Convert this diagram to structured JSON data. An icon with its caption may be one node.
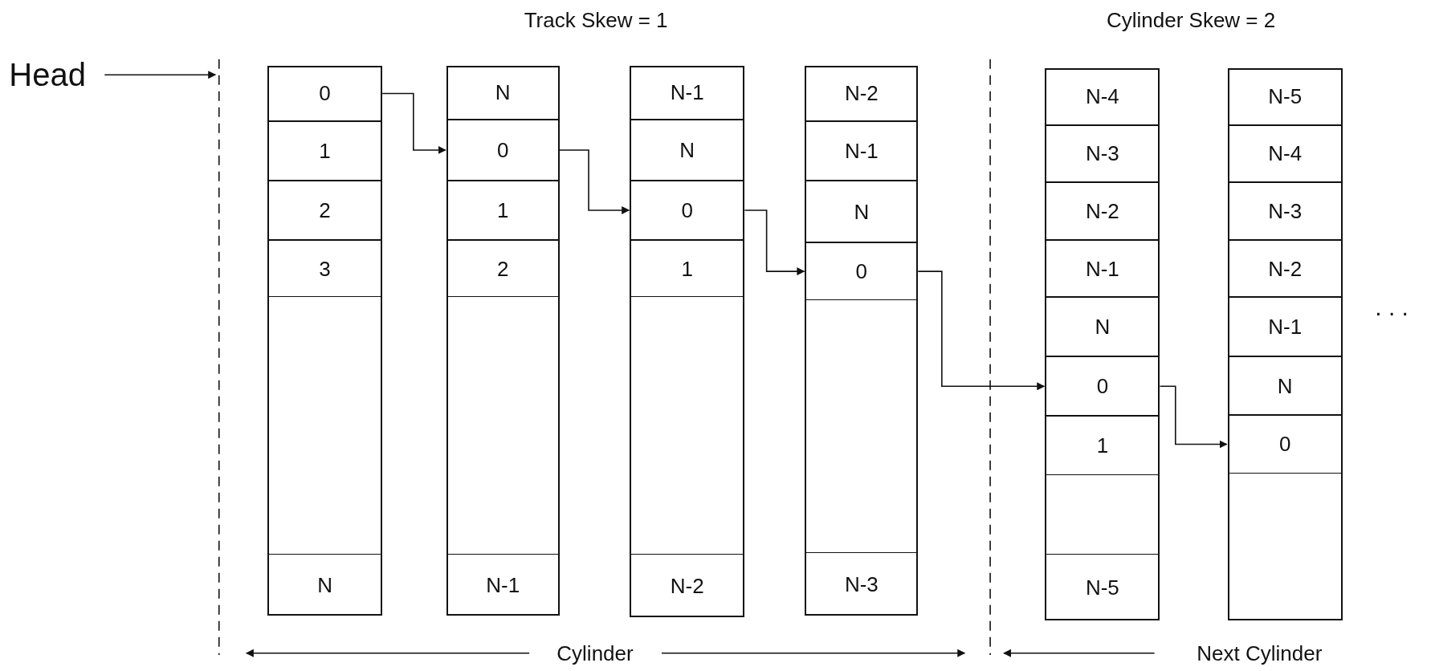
{
  "diagram": {
    "nodes": [
      {
        "text": [
          "Head"
        ]
      },
      {
        "text": [],
        "shape": "box"
      },
      {
        "text": [
          "0"
        ],
        "in": 1
      },
      {
        "text": [
          "1"
        ],
        "in": 1
      },
      {
        "text": [
          "2"
        ],
        "in": 1
      },
      {
        "text": [
          "3"
        ],
        "in": 1
      },
      {
        "text": [
          "N"
        ],
        "in": 1
      },
      {
        "text": [],
        "shape": "box"
      },
      {
        "text": [
          "N"
        ],
        "in": 7
      },
      {
        "text": [
          "0"
        ],
        "in": 7
      },
      {
        "text": [
          "1"
        ],
        "in": 7
      },
      {
        "text": [
          "2"
        ],
        "in": 7
      },
      {
        "text": [
          "N-1"
        ],
        "in": 7
      },
      {
        "text": [],
        "shape": "box"
      },
      {
        "text": [
          "N-1"
        ],
        "in": 13
      },
      {
        "text": [
          "N"
        ],
        "in": 13
      },
      {
        "text": [
          "0"
        ],
        "in": 13
      },
      {
        "text": [
          "1"
        ],
        "in": 13
      },
      {
        "text": [
          "N-2"
        ],
        "in": 13
      },
      {
        "text": [],
        "shape": "box"
      },
      {
        "text": [
          "N-2"
        ],
        "in": 19
      },
      {
        "text": [
          "N-1"
        ],
        "in": 19
      },
      {
        "text": [
          "N"
        ],
        "in": 19
      },
      {
        "text": [
          "0"
        ],
        "in": 19
      },
      {
        "text": [
          "N-3"
        ],
        "in": 19
      },
      {
        "text": [],
        "shape": "box"
      },
      {
        "text": [
          "N-4"
        ],
        "in": 25
      },
      {
        "text": [
          "N-3"
        ],
        "in": 25
      },
      {
        "text": [
          "N-2"
        ],
        "in": 25
      },
      {
        "text": [
          "N-1"
        ],
        "in": 25
      },
      {
        "text": [
          "N"
        ],
        "in": 25
      },
      {
        "text": [
          "0"
        ],
        "in": 25
      },
      {
        "text": [
          "1"
        ],
        "in": 25
      },
      {
        "text": [
          "N-5"
        ],
        "in": 25
      },
      {
        "text": [],
        "shape": "box"
      },
      {
        "text": [
          "N-5"
        ],
        "in": 34
      },
      {
        "text": [
          "N-4"
        ],
        "in": 34
      },
      {
        "text": [
          "N-3"
        ],
        "in": 34
      },
      {
        "text": [
          "N-2"
        ],
        "in": 34
      },
      {
        "text": [
          "N-1"
        ],
        "in": 34
      },
      {
        "text": [
          "N"
        ],
        "in": 34
      },
      {
        "text": [
          "0"
        ],
        "in": 34
      }
    ],
    "edges": [
      {
        "from": 0,
        "to": null,
        "arrow": "to"
      },
      {
        "from": 2,
        "to": 9,
        "arrow": "to"
      },
      {
        "from": 9,
        "to": 16,
        "arrow": "to"
      },
      {
        "from": 16,
        "to": 23,
        "arrow": "to"
      },
      {
        "from": 23,
        "to": 31,
        "arrow": "to"
      },
      {
        "from": 31,
        "to": 41,
        "arrow": "to"
      }
    ],
    "labels": [
      "Track Skew = 1",
      "Cylinder Skew = 2",
      ". . .",
      "Cylinder",
      "Next Cylinder"
    ]
  }
}
